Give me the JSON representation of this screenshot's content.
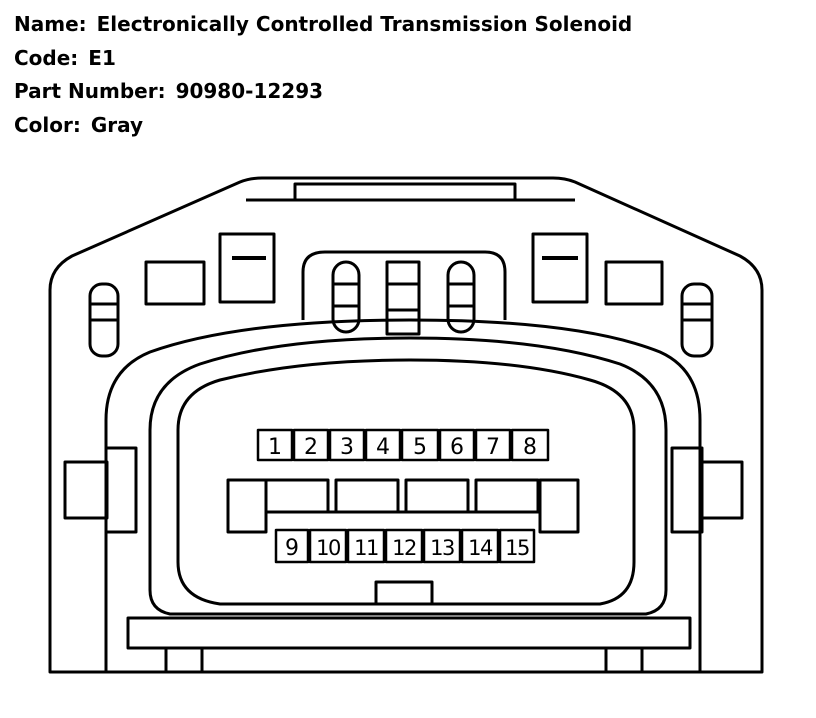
{
  "header": {
    "name_label": "Name:",
    "name_value": "Electronically Controlled Transmission Solenoid",
    "code_label": "Code:",
    "code_value": "E1",
    "part_label": "Part Number:",
    "part_value": "90980-12293",
    "color_label": "Color:",
    "color_value": "Gray"
  },
  "connector": {
    "top_pins": [
      "1",
      "2",
      "3",
      "4",
      "5",
      "6",
      "7",
      "8"
    ],
    "bottom_pins": [
      "9",
      "10",
      "11",
      "12",
      "13",
      "14",
      "15"
    ]
  }
}
